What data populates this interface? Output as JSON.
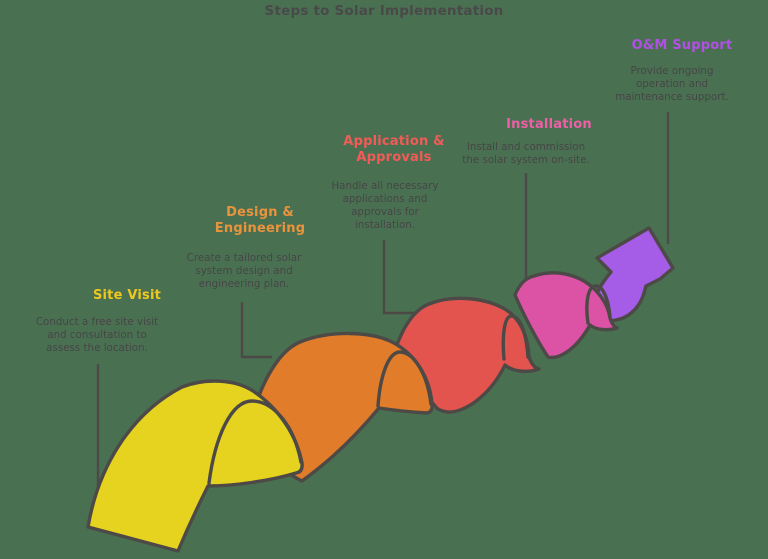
{
  "title": "Steps to Solar Implementation",
  "colors": {
    "bg": "#4a7052",
    "outline": "#4c4946",
    "text": "#464646",
    "title": "#494949"
  },
  "steps": [
    {
      "title": "Site Visit",
      "title_lines": [
        "Site Visit"
      ],
      "description": "Conduct a free site visit and consultation to assess the location.",
      "desc_lines": [
        "Conduct a free site visit",
        "and consultation to",
        "assess the location."
      ],
      "color": "#e6d320",
      "title_color": "#eec81e"
    },
    {
      "title": "Design & Engineering",
      "title_lines": [
        "Design &",
        "Engineering"
      ],
      "description": "Create a tailored solar system design and engineering plan.",
      "desc_lines": [
        "Create a tailored solar",
        "system design and",
        "engineering plan."
      ],
      "color": "#e17c2b",
      "title_color": "#e9943c"
    },
    {
      "title": "Application & Approvals",
      "title_lines": [
        "Application &",
        "Approvals"
      ],
      "description": "Handle all necessary applications and approvals for installation.",
      "desc_lines": [
        "Handle all necessary",
        "applications and",
        "approvals for",
        "installation."
      ],
      "color": "#e4544f",
      "title_color": "#f25b57"
    },
    {
      "title": "Installation",
      "title_lines": [
        "Installation"
      ],
      "description": "Install and commission the solar system on-site.",
      "desc_lines": [
        "Install and commission",
        "the solar system on-site."
      ],
      "color": "#dc52a5",
      "title_color": "#ee5fa8"
    },
    {
      "title": "O&M Support",
      "title_lines": [
        "O&M Support"
      ],
      "description": "Provide ongoing operation and maintenance support.",
      "desc_lines": [
        "Provide ongoing",
        "operation and",
        "maintenance support."
      ],
      "color": "#a55ce6",
      "title_color": "#b14fe6"
    }
  ]
}
